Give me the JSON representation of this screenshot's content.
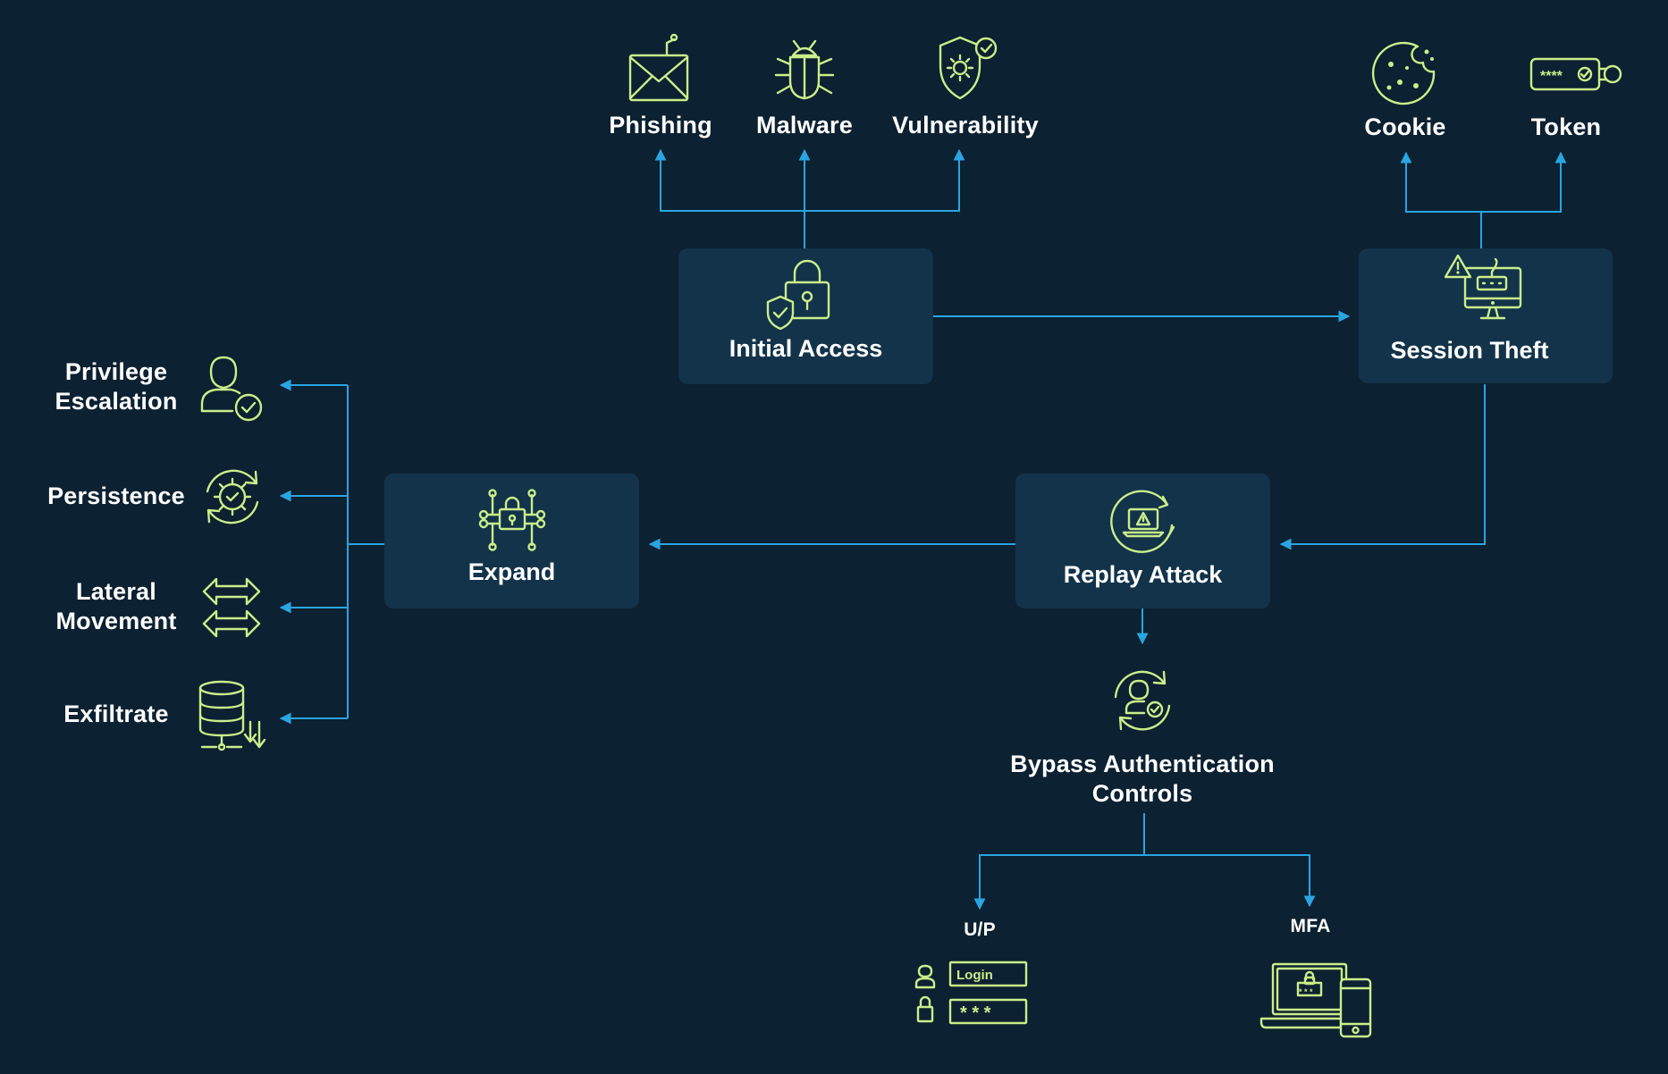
{
  "colors": {
    "background": "#0c2131",
    "box": "#12334a",
    "connector": "#2aa5e2",
    "icon": "#c9ee8a",
    "text": "#ffffff"
  },
  "nodes": {
    "initial_access": {
      "label": "Initial Access",
      "icon": "lock-shield-icon"
    },
    "session_theft": {
      "label": "Session Theft",
      "icon": "monitor-warning-icon"
    },
    "replay_attack": {
      "label": "Replay Attack",
      "icon": "laptop-replay-icon"
    },
    "expand": {
      "label": "Expand",
      "icon": "circuit-lock-icon"
    }
  },
  "initial_access_vectors": [
    {
      "label": "Phishing",
      "icon": "envelope-icon"
    },
    {
      "label": "Malware",
      "icon": "bug-icon"
    },
    {
      "label": "Vulnerability",
      "icon": "shield-gear-icon"
    }
  ],
  "stolen_artifacts": [
    {
      "label": "Cookie",
      "icon": "cookie-icon"
    },
    {
      "label": "Token",
      "icon": "token-key-icon"
    }
  ],
  "expand_actions": [
    {
      "label": "Privilege Escalation",
      "icon": "user-check-icon"
    },
    {
      "label": "Persistence",
      "icon": "gear-cycle-icon"
    },
    {
      "label": "Lateral Movement",
      "icon": "arrows-lateral-icon"
    },
    {
      "label": "Exfiltrate",
      "icon": "database-download-icon"
    }
  ],
  "bypass": {
    "label": "Bypass Authentication Controls",
    "icon": "user-cycle-icon",
    "methods": [
      {
        "label": "U/P",
        "icon": "login-form-icon",
        "field_login": "Login",
        "field_password": "* * *"
      },
      {
        "label": "MFA",
        "icon": "laptop-phone-icon",
        "field_password": "* * *"
      }
    ]
  },
  "token_mask": "****"
}
